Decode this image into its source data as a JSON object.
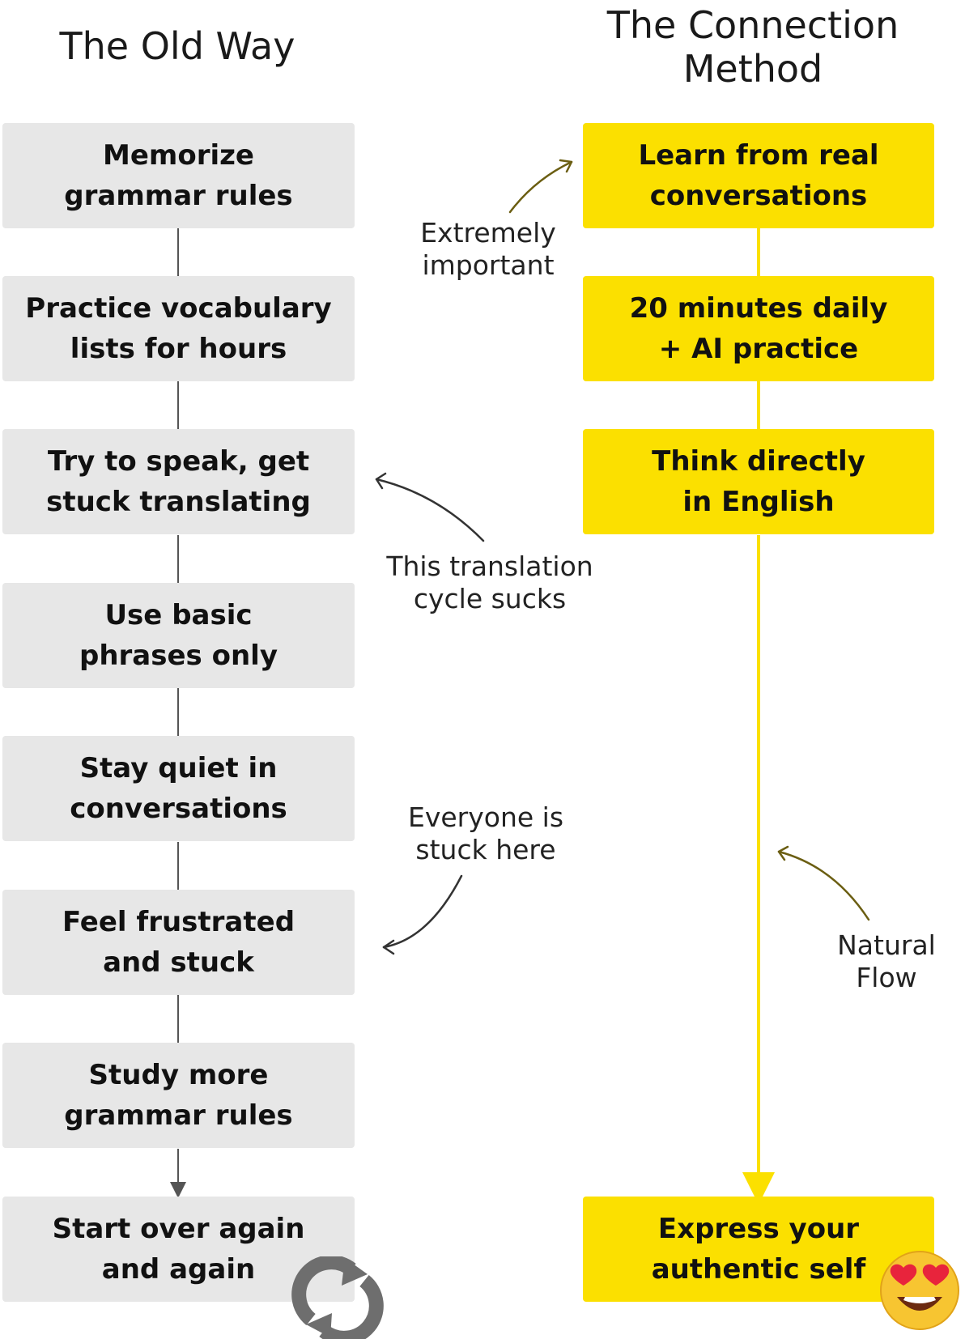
{
  "old_way": {
    "title": "The Old Way",
    "steps": [
      "Memorize\ngrammar rules",
      "Practice vocabulary\nlists for hours",
      "Try to speak, get\nstuck translating",
      "Use basic\nphrases only",
      "Stay quiet in\nconversations",
      "Feel frustrated\nand stuck",
      "Study more\ngrammar rules",
      "Start over again\nand again"
    ]
  },
  "connection_method": {
    "title": "The Connection\nMethod",
    "steps": [
      "Learn from real\nconversations",
      "20 minutes daily\n+ AI practice",
      "Think directly\nin English",
      "Express your\nauthentic self"
    ]
  },
  "annotations": {
    "extremely_important": "Extremely\nimportant",
    "translation_cycle": "This translation\ncycle sucks",
    "everyone_stuck": "Everyone is\nstuck here",
    "natural_flow": "Natural\nFlow"
  },
  "icons": {
    "cycle": "refresh-cycle-icon",
    "emoji": "heart-eyes-emoji-icon"
  },
  "colors": {
    "old_box": "#e7e7e7",
    "new_box": "#fbe000",
    "old_connector": "#555555",
    "new_connector": "#fbe000",
    "annotation_arrow_gold": "#6b5e12",
    "annotation_arrow_dark": "#333333"
  }
}
